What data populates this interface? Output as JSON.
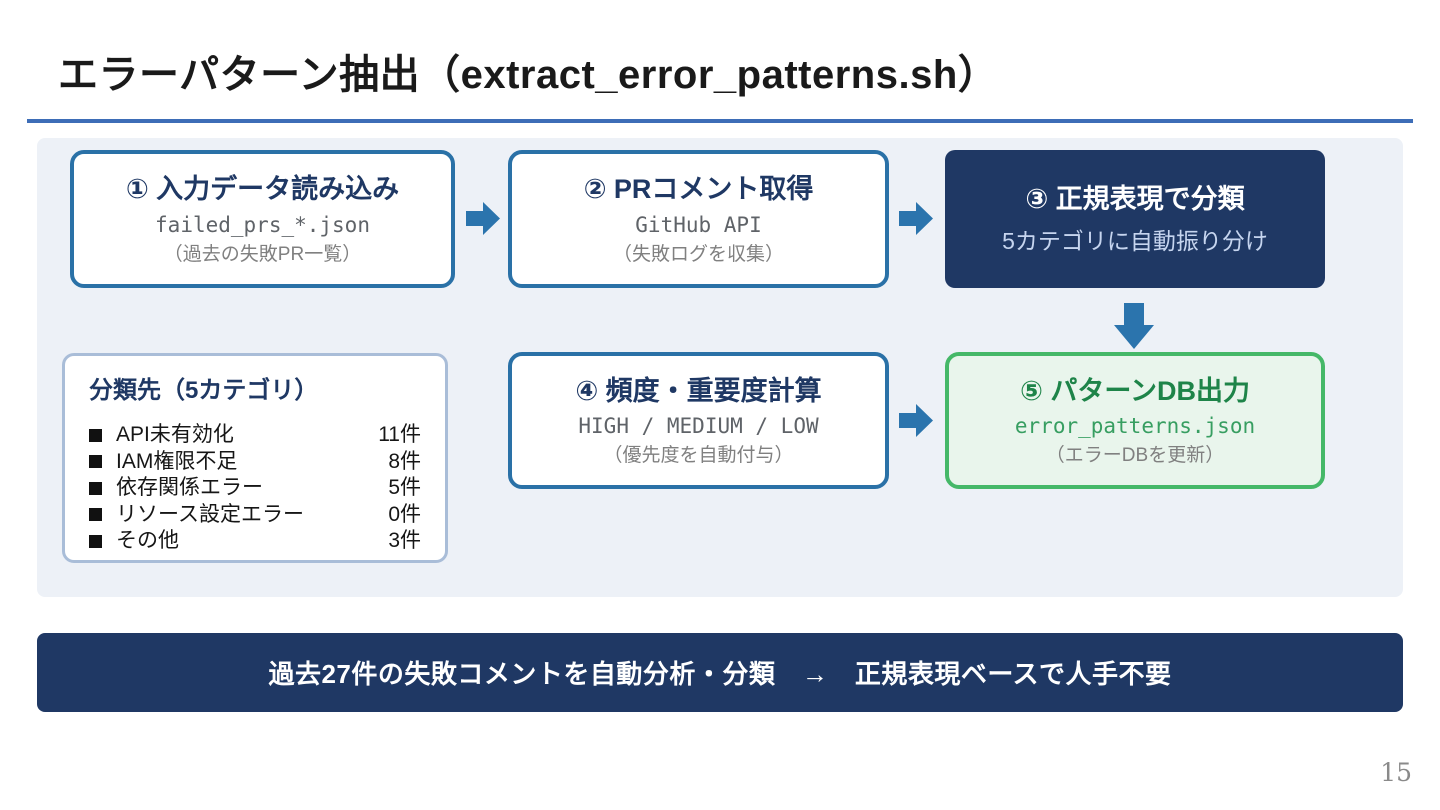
{
  "slide": {
    "title": "エラーパターン抽出（extract_error_patterns.sh）",
    "page_number": "15"
  },
  "flow": {
    "step1": {
      "title": "① 入力データ読み込み",
      "code": "failed_prs_*.json",
      "note": "（過去の失敗PR一覧）"
    },
    "step2": {
      "title": "② PRコメント取得",
      "code": "GitHub API",
      "note": "（失敗ログを収集）"
    },
    "step3": {
      "title": "③ 正規表現で分類",
      "subtitle": "5カテゴリに自動振り分け"
    },
    "step4": {
      "title": "④ 頻度・重要度計算",
      "code": "HIGH / MEDIUM / LOW",
      "note": "（優先度を自動付与）"
    },
    "step5": {
      "title": "⑤ パターンDB出力",
      "code": "error_patterns.json",
      "note": "（エラーDBを更新）"
    }
  },
  "categories": {
    "title": "分類先（5カテゴリ）",
    "items": [
      {
        "label": "API未有効化",
        "count": "11件"
      },
      {
        "label": "IAM権限不足",
        "count": "8件"
      },
      {
        "label": "依存関係エラー",
        "count": "5件"
      },
      {
        "label": "リソース設定エラー",
        "count": "0件"
      },
      {
        "label": "その他",
        "count": "3件"
      }
    ]
  },
  "banner": {
    "text": "過去27件の失敗コメントを自動分析・分類　→　正規表現ベースで人手不要"
  },
  "colors": {
    "accent_blue": "#2a71a7",
    "arrow_blue": "#2b74ad",
    "navy": "#1f3864",
    "rule_blue": "#3d6db7",
    "panel_bg": "#edf1f7",
    "green_border": "#45b868",
    "green_title": "#1e8449",
    "green_code": "#379e61"
  }
}
